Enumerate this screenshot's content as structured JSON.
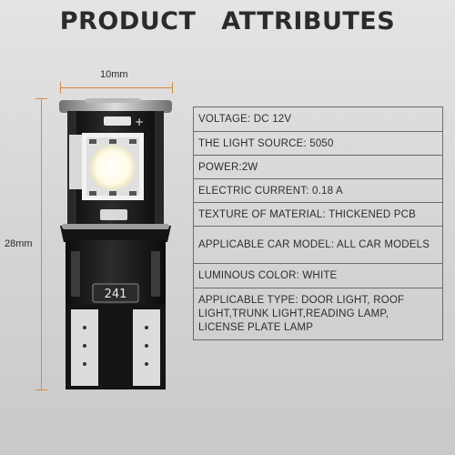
{
  "header": {
    "title_word1": "PRODUCT",
    "title_word2": "ATTRIBUTES"
  },
  "dimensions": {
    "width_label": "10mm",
    "height_label": "28mm"
  },
  "product": {
    "pcb_code": "241",
    "plus_mark": "+"
  },
  "specs": [
    {
      "text": "VOLTAGE: DC 12V"
    },
    {
      "text": "THE LIGHT SOURCE: 5050"
    },
    {
      "text": "POWER:2W"
    },
    {
      "text": "ELECTRIC CURRENT: 0.18 A"
    },
    {
      "text": "TEXTURE OF MATERIAL: THICKENED PCB"
    },
    {
      "text": "APPLICABLE CAR MODEL: ALL CAR MODELS"
    },
    {
      "text": "LUMINOUS COLOR: WHITE"
    },
    {
      "text": "APPLICABLE TYPE: DOOR LIGHT, ROOF LIGHT,TRUNK LIGHT,READING LAMP, LICENSE PLATE LAMP"
    }
  ],
  "colors": {
    "dimension_line": "#d28d3f",
    "table_border": "#6b6b6b",
    "bulb_body": "#1a1a1a",
    "led_glow": "#fffbe6"
  }
}
